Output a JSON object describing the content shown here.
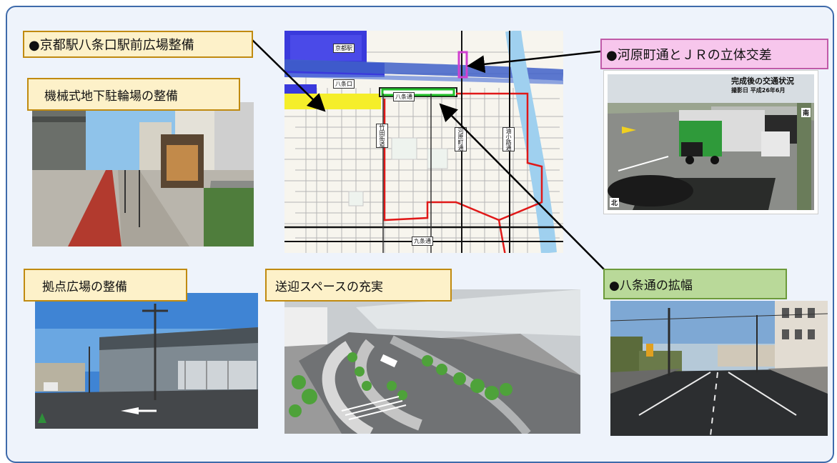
{
  "labels": {
    "hachijo_plaza": "●京都駅八条口駅前広場整備",
    "bicycle_parking": "機械式地下駐輪場の整備",
    "kawaramachi_crossing": "●河原町通とＪＲの立体交差",
    "hub_plaza": "拠点広場の整備",
    "pickup_space": "送迎スペースの充実",
    "hachijo_widening": "●八条通の拡幅"
  },
  "map": {
    "station": "京都駅",
    "hachijo_exit": "八条口",
    "hachijo_street": "八条通",
    "kujo_street": "九条通",
    "takeda_street": "竹田街道",
    "kawaramachi_street": "河原町通",
    "aburakoji_street": "油小路通"
  },
  "photo_kawaramachi": {
    "title": "完成後の交通状況",
    "date": "撮影日 平成26年6月",
    "north": "北",
    "south": "南"
  },
  "colors": {
    "frame_border": "#3e6aaa",
    "frame_fill": "#eef3fb",
    "label_orange_fill": "#fdf1c9",
    "label_pink_fill": "#f7c6ec",
    "label_green_fill": "#b9d999"
  }
}
